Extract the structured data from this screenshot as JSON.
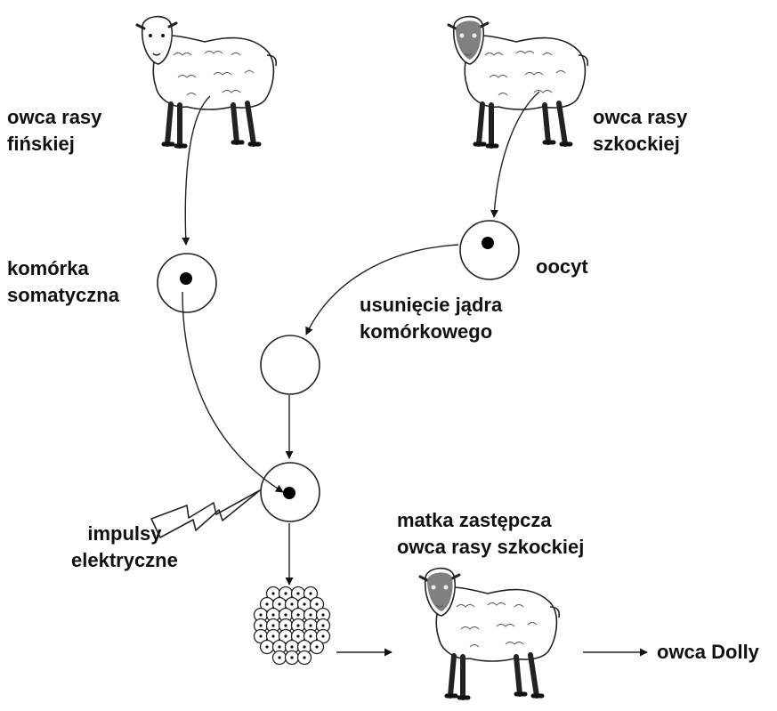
{
  "labels": {
    "finnish_sheep": [
      "owca rasy",
      "fińskiej"
    ],
    "scottish_sheep": [
      "owca rasy",
      "szkockiej"
    ],
    "somatic_cell": [
      "komórka",
      "somatyczna"
    ],
    "oocyte": "oocyt",
    "nucleus_removal": [
      "usunięcie jądra",
      "komórkowego"
    ],
    "electric_impulses": [
      "impulsy",
      "elektryczne"
    ],
    "surrogate_mother": [
      "matka  zastępcza",
      "owca rasy szkockiej"
    ],
    "dolly": "owca Dolly"
  }
}
